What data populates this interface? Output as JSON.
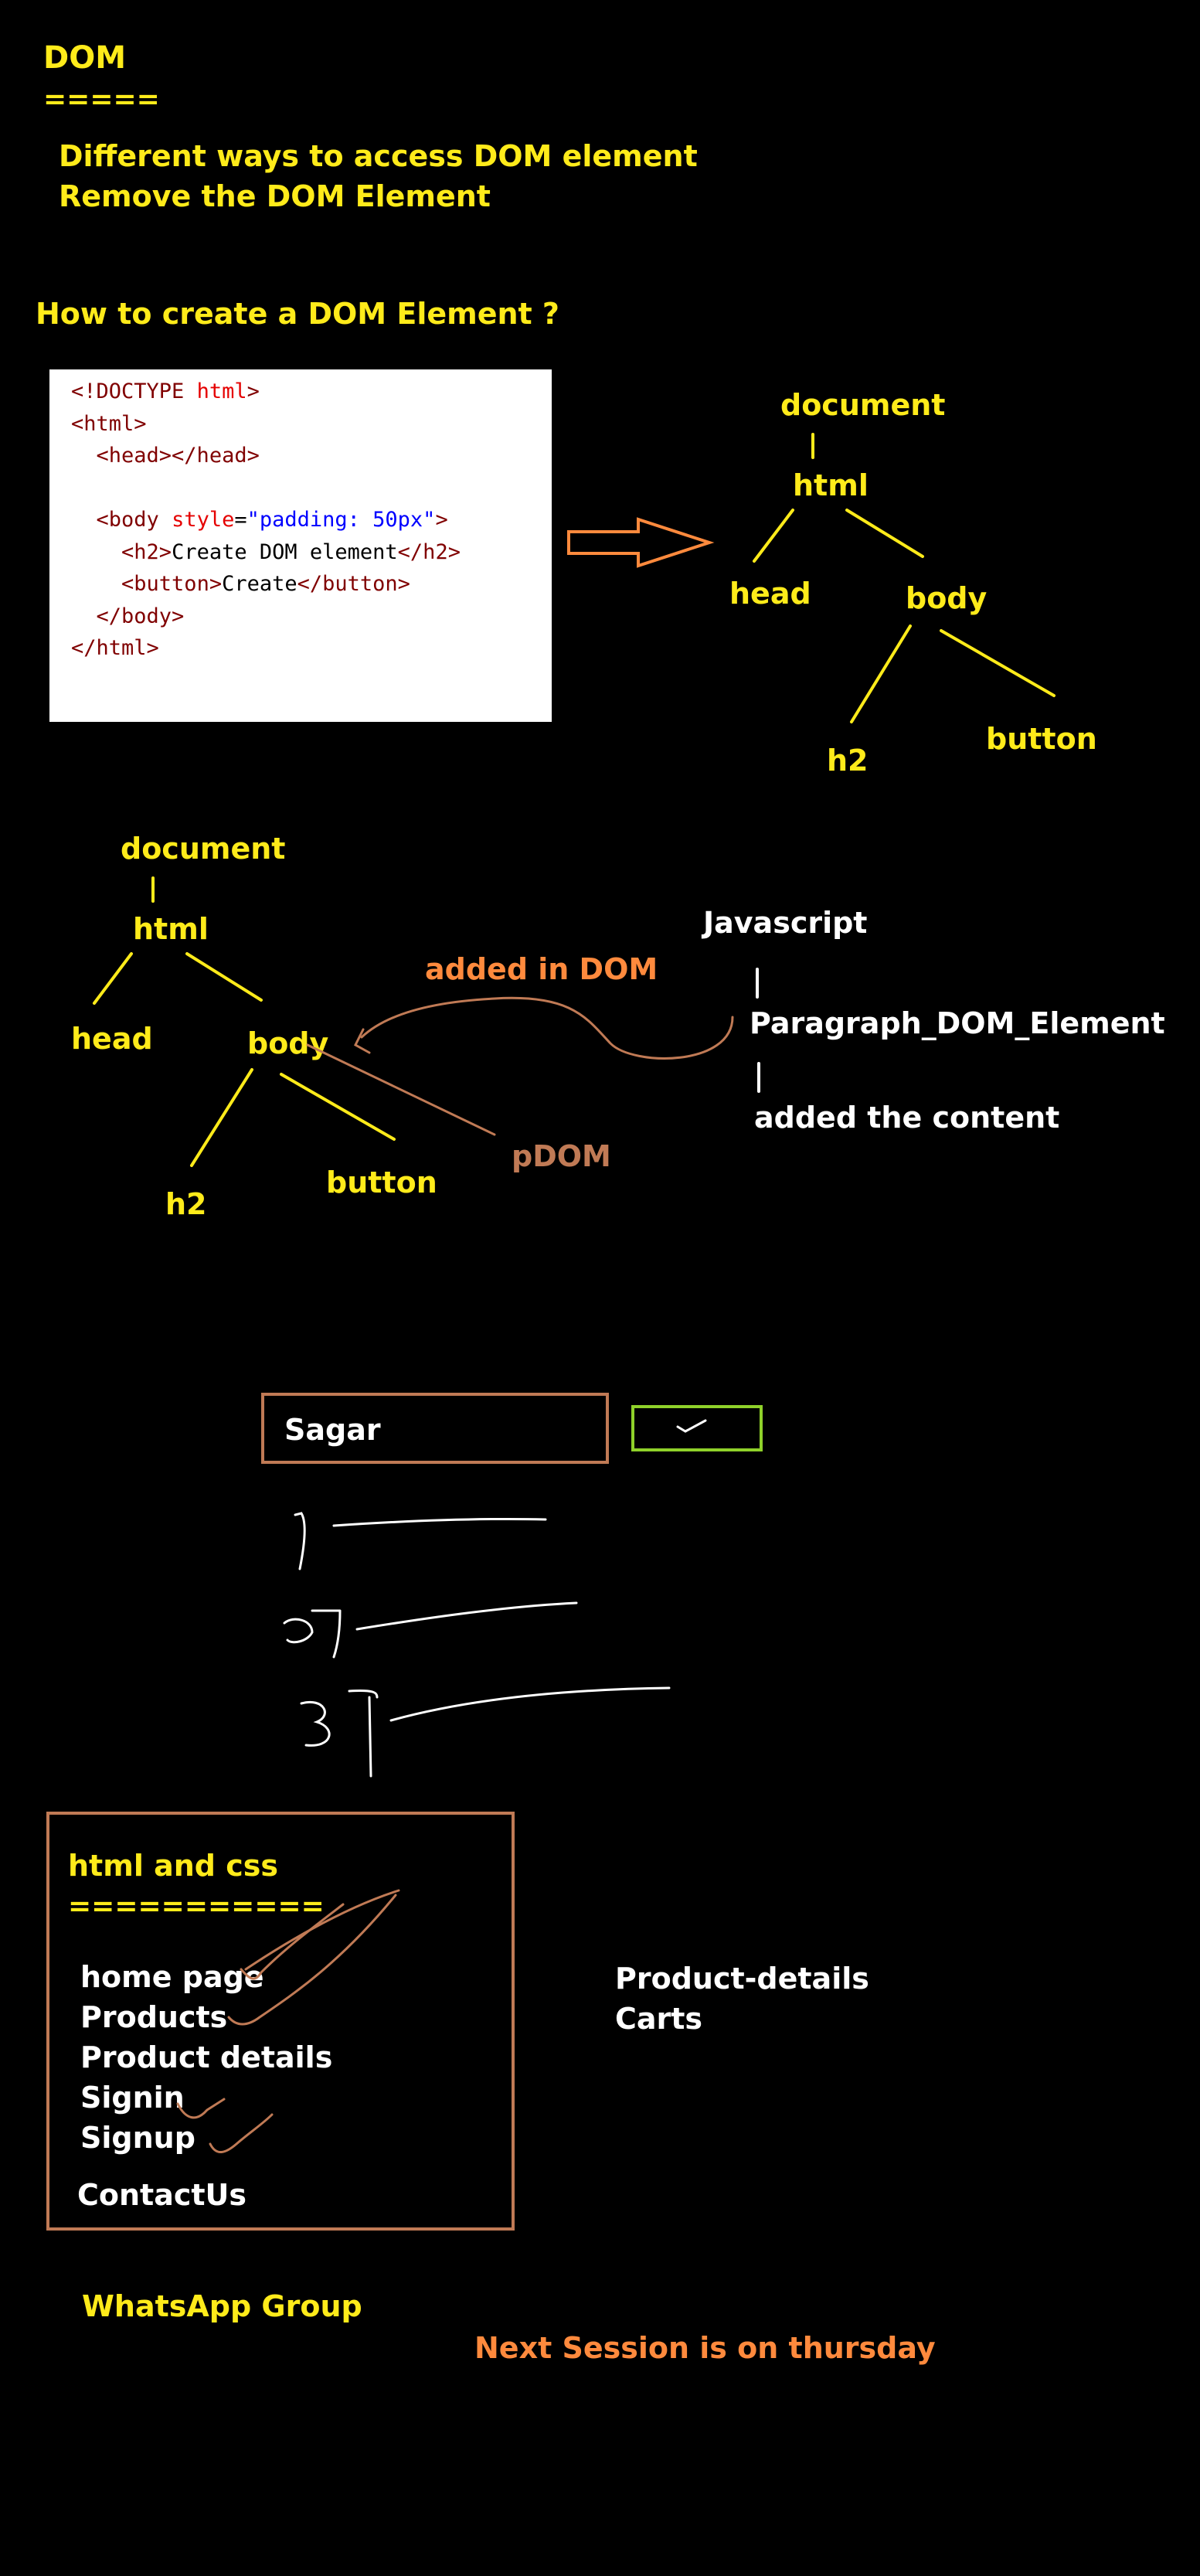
{
  "header": {
    "title": "DOM",
    "underline": "=====",
    "topics": [
      "Different ways to access DOM element",
      "Remove the DOM Element"
    ]
  },
  "question": "How to create a DOM Element ?",
  "code": {
    "lines": [
      [
        {
          "t": "tag",
          "v": "<!DOCTYPE "
        },
        {
          "t": "attr",
          "v": "html"
        },
        {
          "t": "tag",
          "v": ">"
        }
      ],
      [
        {
          "t": "tag",
          "v": "<html>"
        }
      ],
      [
        {
          "t": "txt",
          "v": "  "
        },
        {
          "t": "tag",
          "v": "<head></head>"
        }
      ],
      [
        {
          "t": "txt",
          "v": ""
        }
      ],
      [
        {
          "t": "txt",
          "v": "  "
        },
        {
          "t": "tag",
          "v": "<body "
        },
        {
          "t": "attr",
          "v": "style"
        },
        {
          "t": "txt",
          "v": "="
        },
        {
          "t": "val",
          "v": "\"padding: 50px\""
        },
        {
          "t": "tag",
          "v": ">"
        }
      ],
      [
        {
          "t": "txt",
          "v": "    "
        },
        {
          "t": "tag",
          "v": "<h2>"
        },
        {
          "t": "txt",
          "v": "Create DOM element"
        },
        {
          "t": "tag",
          "v": "</h2>"
        }
      ],
      [
        {
          "t": "txt",
          "v": "    "
        },
        {
          "t": "tag",
          "v": "<button>"
        },
        {
          "t": "txt",
          "v": "Create"
        },
        {
          "t": "tag",
          "v": "</button>"
        }
      ],
      [
        {
          "t": "txt",
          "v": "  "
        },
        {
          "t": "tag",
          "v": "</body>"
        }
      ],
      [
        {
          "t": "tag",
          "v": "</html>"
        }
      ]
    ]
  },
  "tree1": {
    "document": "document",
    "html": "html",
    "head": "head",
    "body": "body",
    "h2": "h2",
    "button": "button"
  },
  "tree2": {
    "document": "document",
    "html": "html",
    "head": "head",
    "body": "body",
    "h2": "h2",
    "button": "button",
    "added_label": "added in DOM",
    "pdom": "pDOM"
  },
  "js_flow": {
    "title": "Javascript",
    "step1": "Paragraph_DOM_Element",
    "step2": "added the content"
  },
  "todo": {
    "input_value": "Sagar"
  },
  "course": {
    "title": "html and css",
    "underline": "===========",
    "items": [
      "home page",
      "Products",
      "Product details",
      "Signin",
      "Signup",
      "ContactUs"
    ]
  },
  "side_items": [
    "Product-details",
    "Carts"
  ],
  "footer": {
    "whatsapp": "WhatsApp Group",
    "next_session": "Next Session is on thursday"
  },
  "colors": {
    "background": "#000000",
    "yellow": "#ffeb1a",
    "orange": "#ff8a3d",
    "brown": "#c07a55",
    "green": "#8fd12a",
    "white": "#ffffff"
  }
}
